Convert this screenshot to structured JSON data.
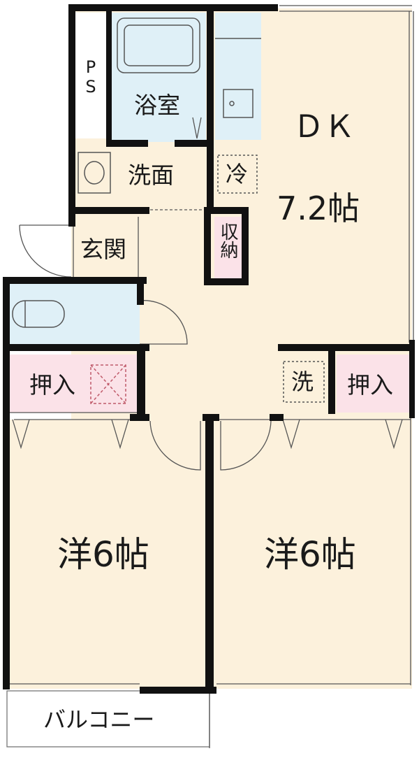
{
  "rooms": {
    "ps": "PS",
    "bath": "浴室",
    "washroom": "洗面",
    "entrance": "玄関",
    "dk_name": "ＤＫ",
    "dk_size": "7.2帖",
    "fridge": "冷",
    "storage": "収納",
    "closet_left": "押入",
    "closet_right": "押入",
    "washer": "洗",
    "room_left": "洋6帖",
    "room_right": "洋6帖",
    "balcony": "バルコニー"
  },
  "colors": {
    "floor": "#fcf1dc",
    "wet": "#dff0f7",
    "closet": "#fbe2e8",
    "wall": "#111111",
    "thin": "#555555"
  }
}
